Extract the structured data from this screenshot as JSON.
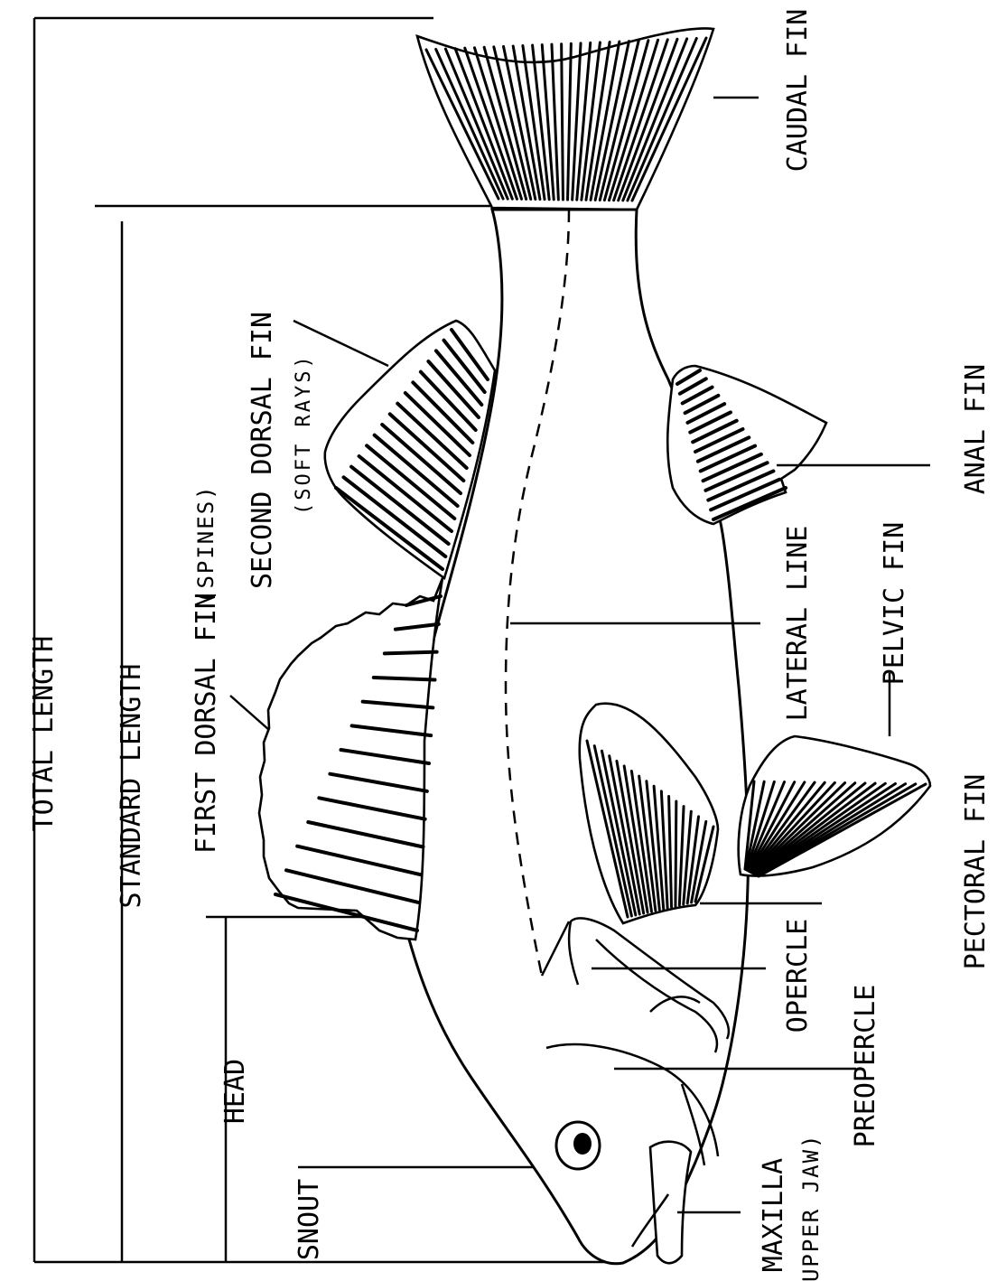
{
  "labels": {
    "total_length": "TOTAL LENGTH",
    "standard_length": "STANDARD LENGTH",
    "first_dorsal_fin": "FIRST DORSAL FIN",
    "first_dorsal_fin_note": "(SPINES)",
    "second_dorsal_fin": "SECOND DORSAL FIN",
    "second_dorsal_fin_note": "(SOFT RAYS)",
    "head": "HEAD",
    "snout": "SNOUT",
    "caudal_fin": "CAUDAL FIN",
    "anal_fin": "ANAL FIN",
    "lateral_line": "LATERAL LINE",
    "pelvic_fin": "PELVIC FIN",
    "pectoral_fin": "PECTORAL FIN",
    "opercle": "OPERCLE",
    "preopercle": "PREOPERCLE",
    "maxilla": "MAXILLA",
    "maxilla_note": "(UPPER JAW)"
  },
  "colors": {
    "ink": "#000000",
    "paper": "#ffffff"
  }
}
